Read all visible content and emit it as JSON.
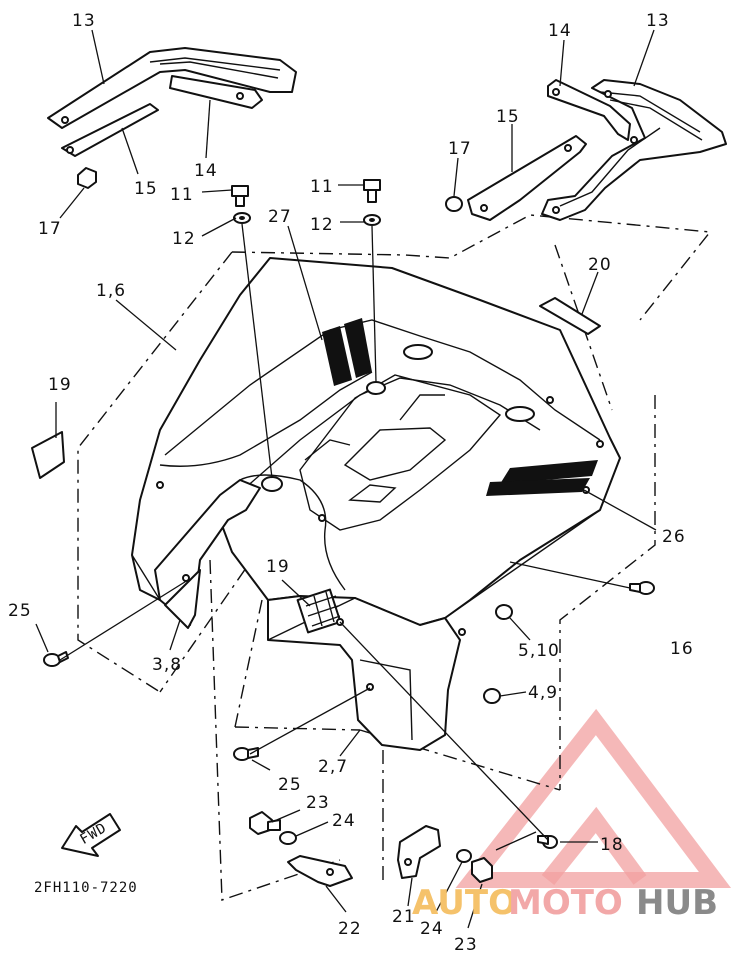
{
  "diagram": {
    "part_code": "2FH110-7220",
    "fwd_label": "FWD",
    "callouts": {
      "c13_left": "13",
      "c14_left": "14",
      "c15_left": "15",
      "c17_left": "17",
      "c11_left": "11",
      "c12_left": "12",
      "c27": "27",
      "c11_mid": "11",
      "c12_mid": "12",
      "c14_right": "14",
      "c13_right": "13",
      "c15_right": "15",
      "c17_right": "17",
      "c20": "20",
      "c1_6": "1,6",
      "c19_left": "19",
      "c26": "26",
      "c16": "16",
      "c19_mid": "19",
      "c25_left": "25",
      "c3_8": "3,8",
      "c5_10": "5,10",
      "c4_9": "4,9",
      "c25_bottom": "25",
      "c2_7": "2,7",
      "c23_top": "23",
      "c24_top": "24",
      "c18": "18",
      "c21": "21",
      "c24_bottom": "24",
      "c23_bottom": "23",
      "c22": "22"
    }
  },
  "watermark": {
    "part1": "AUTO",
    "part2": "MOTO",
    "part3": "HUB"
  }
}
